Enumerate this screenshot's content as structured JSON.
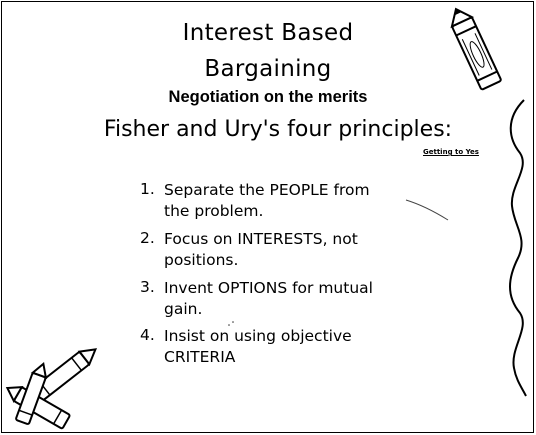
{
  "slide": {
    "title_line1": "Interest Based",
    "title_line2": "Bargaining",
    "subtitle": "Negotiation on the merits",
    "heading": "Fisher and Ury's four principles:",
    "reference": "Getting to Yes"
  },
  "principles": [
    {
      "number": "1.",
      "line1": "Separate the PEOPLE from",
      "line2": "the    problem."
    },
    {
      "number": "2.",
      "line1": "Focus on INTERESTS, not",
      "line2": "positions."
    },
    {
      "number": "3.",
      "line1": "Invent OPTIONS for mutual",
      "line2": "gain."
    },
    {
      "number": "4.",
      "line1": "Insist on using objective",
      "line2": "CRITERIA"
    }
  ],
  "decorations": {
    "top_right": "crayon-icon",
    "bottom_left": "crayons-icon",
    "right_edge": "wavy-line"
  }
}
